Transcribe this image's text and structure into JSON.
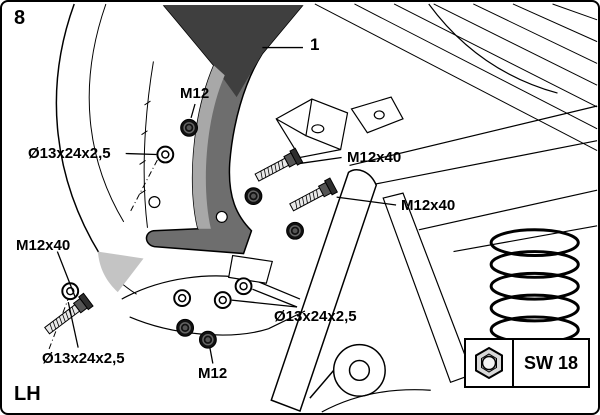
{
  "frame": {
    "step_number": "8",
    "orientation": "LH"
  },
  "callouts": {
    "part1": "1",
    "m12_top": "M12",
    "washer_top_left": "Ø13x24x2,5",
    "bolt_right_upper": "M12x40",
    "bolt_right_lower": "M12x40",
    "bolt_left": "M12x40",
    "washer_bottom_right": "Ø13x24x2,5",
    "washer_bottom_left": "Ø13x24x2,5",
    "m12_bottom": "M12"
  },
  "tool_box": {
    "label": "SW 18",
    "icon": "hex-socket-icon"
  },
  "colors": {
    "line": "#000000",
    "bracket_dark": "#3f3f3f",
    "bracket_mid": "#6e6e6e",
    "bracket_light": "#a8a8a8",
    "background": "#ffffff"
  }
}
